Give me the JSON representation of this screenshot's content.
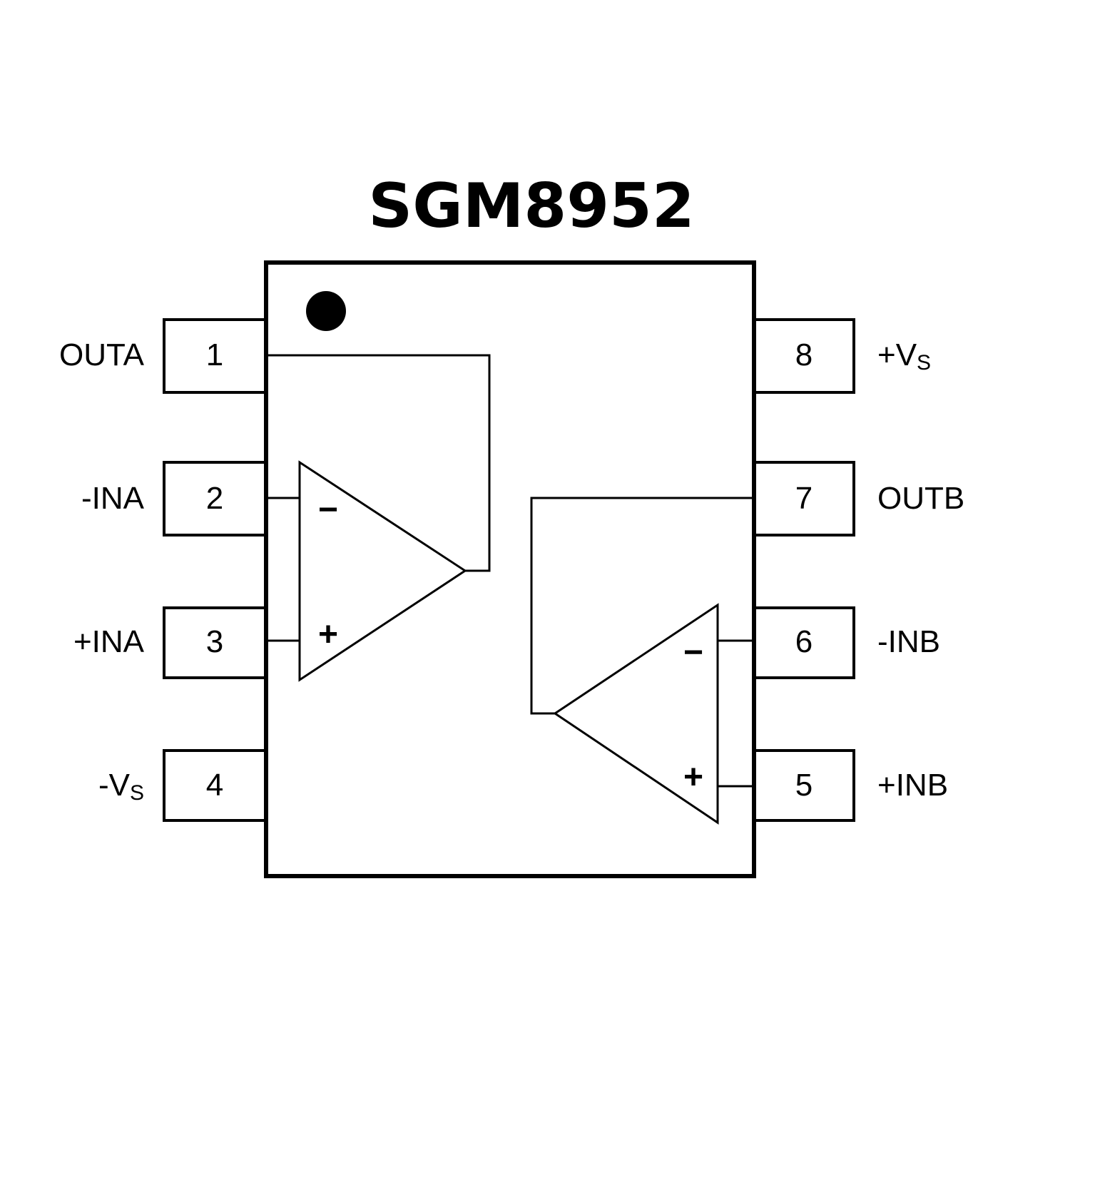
{
  "title": "SGM8952",
  "colors": {
    "stroke": "#000000",
    "background": "#ffffff"
  },
  "package": {
    "pin1_marker": "dot"
  },
  "pins": [
    {
      "number": "1",
      "name": "OUTA",
      "name_sub": "",
      "side": "left"
    },
    {
      "number": "2",
      "name": "-INA",
      "name_sub": "",
      "side": "left"
    },
    {
      "number": "3",
      "name": "+INA",
      "name_sub": "",
      "side": "left"
    },
    {
      "number": "4",
      "name": "-V",
      "name_sub": "S",
      "side": "left"
    },
    {
      "number": "5",
      "name": "+INB",
      "name_sub": "",
      "side": "right"
    },
    {
      "number": "6",
      "name": "-INB",
      "name_sub": "",
      "side": "right"
    },
    {
      "number": "7",
      "name": "OUTB",
      "name_sub": "",
      "side": "right"
    },
    {
      "number": "8",
      "name": "+V",
      "name_sub": "S",
      "side": "right"
    }
  ],
  "amplifiers": [
    {
      "id": "A",
      "inverting_symbol": "−",
      "noninverting_symbol": "+"
    },
    {
      "id": "B",
      "inverting_symbol": "−",
      "noninverting_symbol": "+"
    }
  ]
}
